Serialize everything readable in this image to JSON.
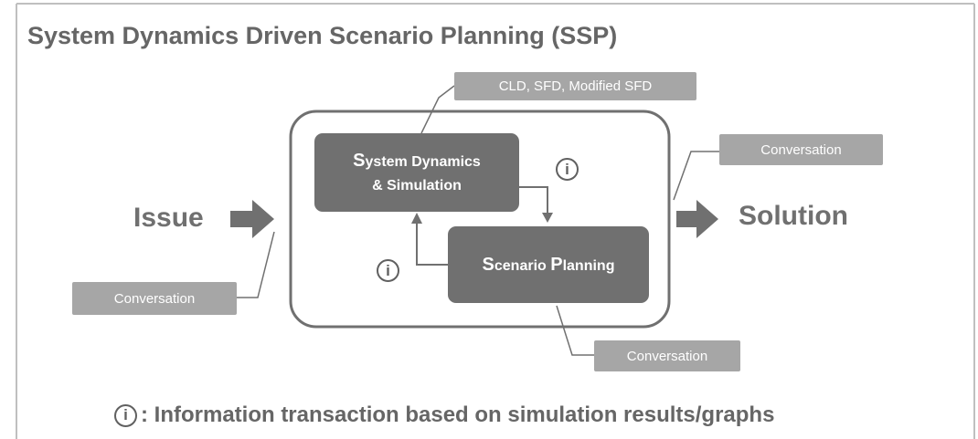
{
  "title": "System Dynamics Driven Scenario Planning (SSP)",
  "issue_label": "Issue",
  "solution_label": "Solution",
  "tags": {
    "models": "CLD, SFD, Modified SFD",
    "conversation_right": "Conversation",
    "conversation_left": "Conversation",
    "conversation_bottom": "Conversation"
  },
  "nodes": {
    "system_dynamics": {
      "cap": "S",
      "rest_line1": "ystem Dynamics",
      "line2": "& Simulation"
    },
    "scenario_planning": {
      "cap1": "S",
      "rest1": "cenario ",
      "cap2": "P",
      "rest2": "lanning"
    }
  },
  "info_symbol": "i",
  "footnote": {
    "symbol": "i",
    "text": ": Information transaction based on simulation results/graphs"
  },
  "colors": {
    "node": "#707070",
    "tag": "#a6a6a6",
    "arrow": "#707070",
    "text": "#666666"
  }
}
